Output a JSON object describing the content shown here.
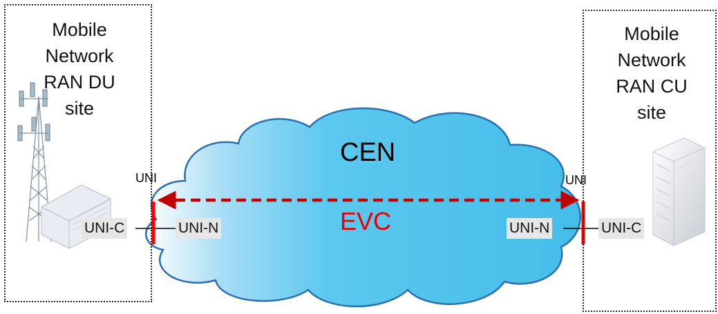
{
  "sites": {
    "du": {
      "label": "Mobile\nNetwork\nRAN DU\nsite"
    },
    "cu": {
      "label": "Mobile\nNetwork\nRAN CU\nsite"
    }
  },
  "interfaces": {
    "uni_left": "UNI",
    "uni_right": "UNI",
    "du_uni_c": "UNI-C",
    "du_uni_n": "UNI-N",
    "cu_uni_n": "UNI-N",
    "cu_uni_c": "UNI-C"
  },
  "cloud": {
    "label": "CEN"
  },
  "evc": {
    "label": "EVC"
  },
  "colors": {
    "cloud_fill": "#5bc8ef",
    "cloud_stroke": "#2a6fb0",
    "evc": "#c00000",
    "uni_marker": "#ff0000"
  },
  "icons": {
    "du_site": "cell-tower-icon",
    "du_equipment": "baseband-unit-icon",
    "cu_site": "server-rack-icon"
  }
}
